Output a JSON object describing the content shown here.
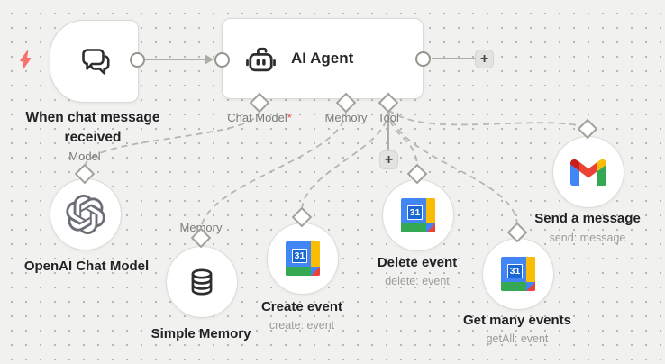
{
  "workflow": {
    "trigger": {
      "label": "When chat message received",
      "icon": "chat-bubbles-icon"
    },
    "agent": {
      "title": "AI Agent",
      "icon": "robot-icon",
      "ports": [
        {
          "label": "Chat Model",
          "required_marker": "*"
        },
        {
          "label": "Memory",
          "required_marker": ""
        },
        {
          "label": "Tool",
          "required_marker": ""
        }
      ],
      "add_output_label": "+",
      "add_tool_label": "+"
    },
    "subnodes": [
      {
        "label": "OpenAI Chat Model",
        "sublabel": "",
        "port_label": "Model",
        "icon": "openai-icon"
      },
      {
        "label": "Simple Memory",
        "sublabel": "",
        "port_label": "Memory",
        "icon": "database-icon"
      },
      {
        "label": "Create event",
        "sublabel": "create: event",
        "port_label": "",
        "icon": "google-calendar-icon"
      },
      {
        "label": "Delete event",
        "sublabel": "delete: event",
        "port_label": "",
        "icon": "google-calendar-icon"
      },
      {
        "label": "Get many events",
        "sublabel": "getAll: event",
        "port_label": "",
        "icon": "google-calendar-icon"
      },
      {
        "label": "Send a message",
        "sublabel": "send: message",
        "port_label": "",
        "icon": "gmail-icon"
      }
    ],
    "calendar_day": "31",
    "colors": {
      "canvas_bg": "#f1f1ef",
      "node_bg": "#ffffff",
      "connector_gray": "#aeaea7",
      "trigger_bolt": "#f8716a",
      "required_asterisk": "#e5484d",
      "label_dark": "#222224",
      "label_gray": "#7b7b76",
      "sublabel_gray": "#9c9c96",
      "google_blue": "#4285f4",
      "google_red": "#ea4335",
      "google_yellow": "#fbbc04",
      "google_green": "#34a853",
      "openai_gray": "#6b6e76"
    }
  }
}
